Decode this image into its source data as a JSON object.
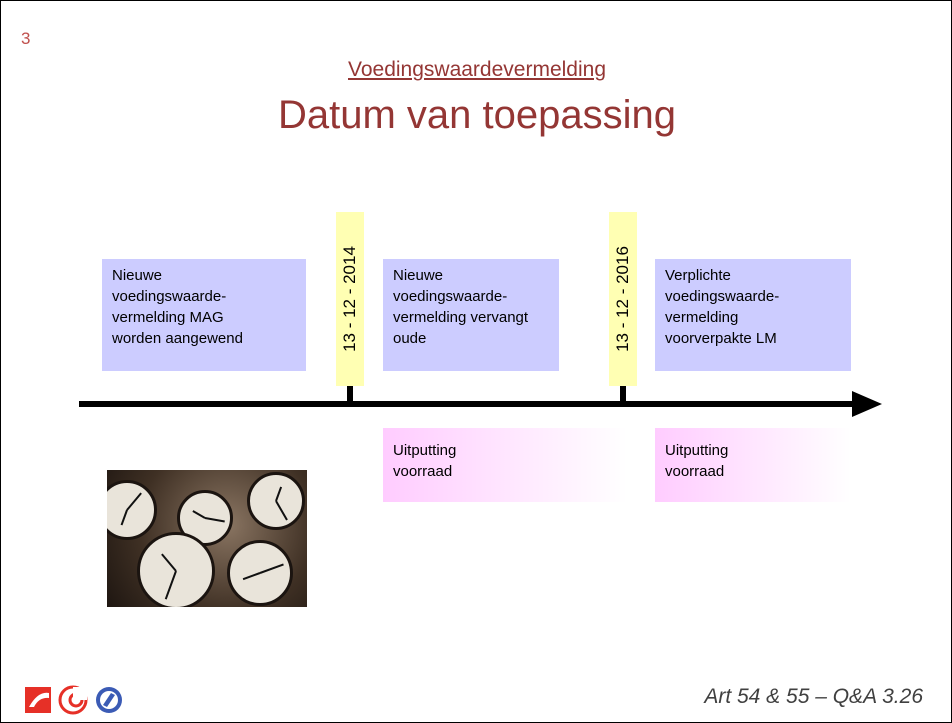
{
  "slide": {
    "number": "3",
    "subtitle": "Voedingswaardevermelding",
    "title": "Datum van toepassing"
  },
  "timeline": {
    "dates": [
      "13 - 12 - 2014",
      "13 - 12 - 2016"
    ],
    "phases": [
      {
        "lines": [
          "Nieuwe",
          "voedingswaarde-",
          "vermelding MAG",
          "worden aangewend"
        ]
      },
      {
        "lines": [
          "Nieuwe",
          "voedingswaarde-",
          "vermelding vervangt",
          "oude"
        ]
      },
      {
        "lines": [
          "Verplichte",
          "voedingswaarde-",
          "vermelding",
          "voorverpakte LM"
        ]
      }
    ],
    "stock": [
      {
        "lines": [
          "Uitputting",
          "voorraad"
        ]
      },
      {
        "lines": [
          "Uitputting",
          "voorraad"
        ]
      }
    ]
  },
  "footer": {
    "reference": "Art 54 & 55 – Q&A 3.26"
  },
  "colors": {
    "title": "#943634",
    "phase_box": "#ccccff",
    "date_box": "#ffffb3",
    "stock_box": "#ffccff",
    "logo_red": "#e63027",
    "logo_blue": "#3b5bb5"
  },
  "photo": {
    "description_icon": "clocks-photo"
  }
}
